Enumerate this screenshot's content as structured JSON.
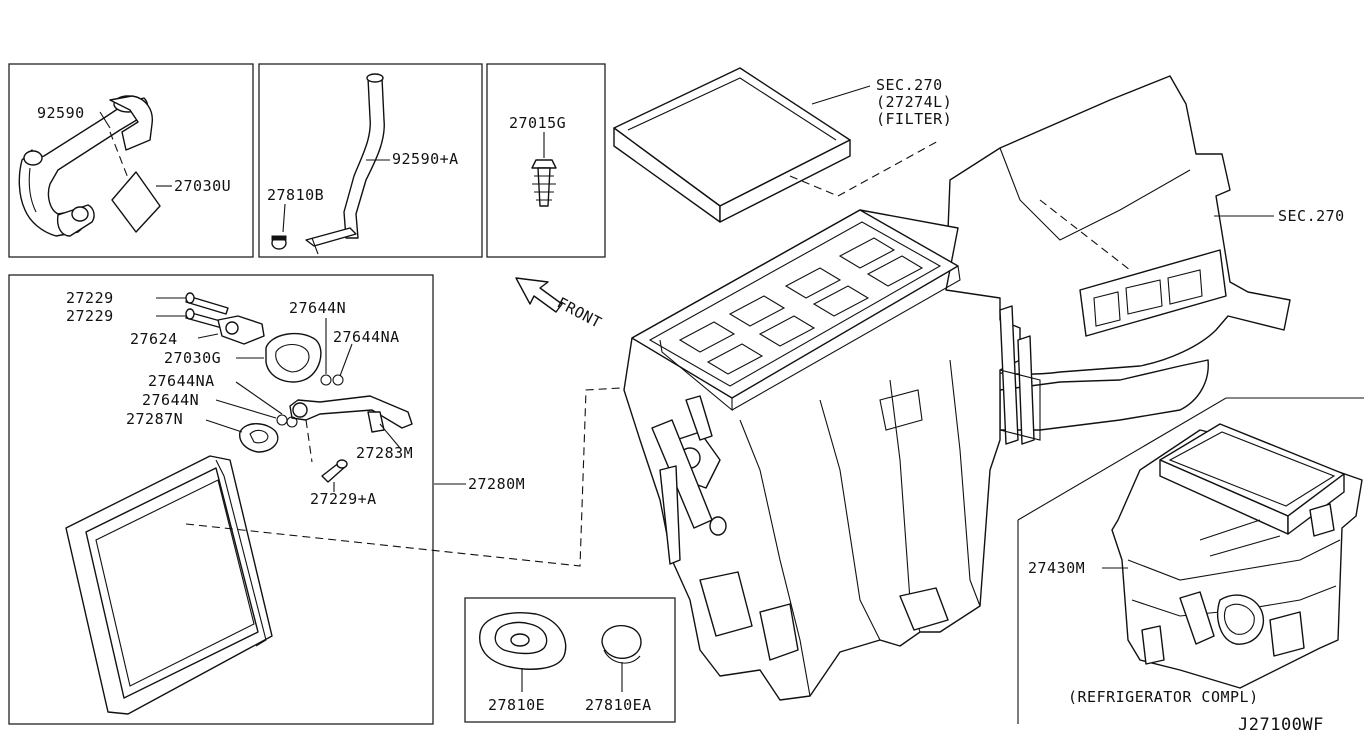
{
  "diagram_code": "J27100WF",
  "front_label": "FRONT",
  "panels": {
    "hose": {
      "labels": [
        "92590",
        "27030U"
      ]
    },
    "pipe": {
      "labels": [
        "92590+A",
        "27810B"
      ]
    },
    "screw": {
      "labels": [
        "27015G"
      ]
    },
    "evaporator": {
      "labels": [
        "27229",
        "27229",
        "27624",
        "27030G",
        "27644NA",
        "27644N",
        "27287N",
        "27644N",
        "27644NA",
        "27283M",
        "27229+A",
        "27280M"
      ]
    },
    "grommets": {
      "labels": [
        "27810E",
        "27810EA"
      ]
    }
  },
  "heater_unit": {
    "sec_label_filter": [
      "SEC.270",
      "(27274L)",
      "(FILTER)"
    ],
    "sec_label_blower": "SEC.270"
  },
  "refrigerator": {
    "part_number": "27430M",
    "caption": "(REFRIGERATOR COMPL)"
  }
}
